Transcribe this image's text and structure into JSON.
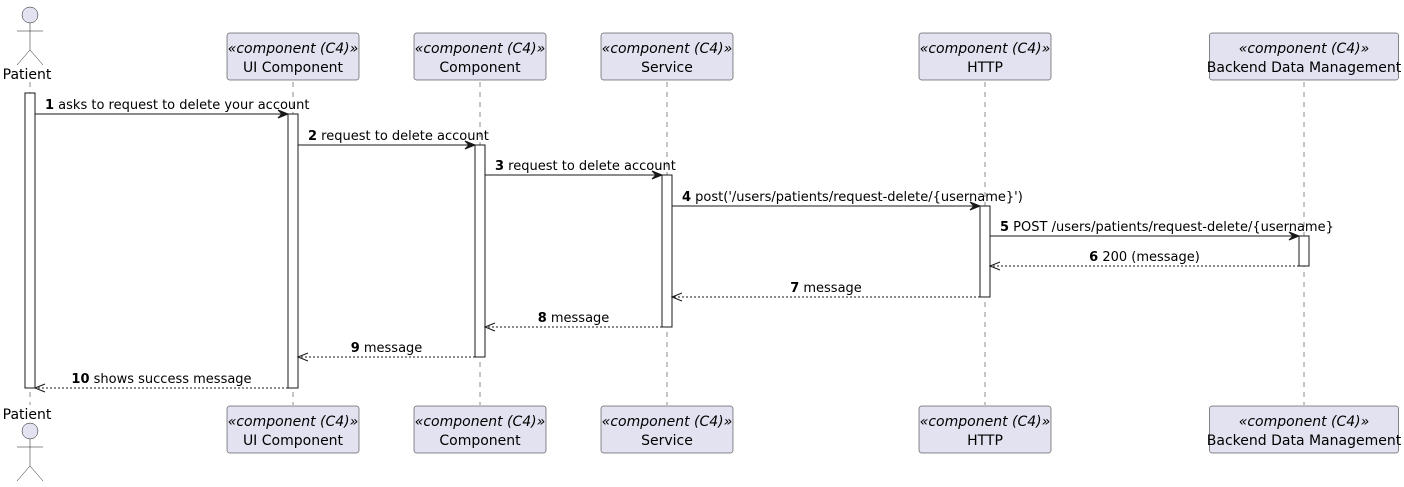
{
  "actor": {
    "name": "Patient"
  },
  "participants": [
    {
      "stereotype": "«component (C4)»",
      "name": "UI Component"
    },
    {
      "stereotype": "«component (C4)»",
      "name": "Component"
    },
    {
      "stereotype": "«component (C4)»",
      "name": "Service"
    },
    {
      "stereotype": "«component (C4)»",
      "name": "HTTP"
    },
    {
      "stereotype": "«component (C4)»",
      "name": "Backend Data Management"
    }
  ],
  "messages": [
    {
      "num": "1",
      "text": "asks to request to delete your account",
      "from": 0,
      "to": 1,
      "style": "solid"
    },
    {
      "num": "2",
      "text": "request to delete account",
      "from": 1,
      "to": 2,
      "style": "solid"
    },
    {
      "num": "3",
      "text": "request to delete account",
      "from": 2,
      "to": 3,
      "style": "solid"
    },
    {
      "num": "4",
      "text": "post('/users/patients/request-delete/{username}')",
      "from": 3,
      "to": 4,
      "style": "solid"
    },
    {
      "num": "5",
      "text": "POST /users/patients/request-delete/{username}",
      "from": 4,
      "to": 5,
      "style": "solid"
    },
    {
      "num": "6",
      "text": "200 (message)",
      "from": 5,
      "to": 4,
      "style": "dashed"
    },
    {
      "num": "7",
      "text": "message",
      "from": 4,
      "to": 3,
      "style": "dashed"
    },
    {
      "num": "8",
      "text": "message",
      "from": 3,
      "to": 2,
      "style": "dashed"
    },
    {
      "num": "9",
      "text": "message",
      "from": 2,
      "to": 1,
      "style": "dashed"
    },
    {
      "num": "10",
      "text": "shows success message",
      "from": 1,
      "to": 0,
      "style": "dashed"
    }
  ],
  "colors": {
    "box_fill": "#E2E2F0",
    "line": "#181818"
  }
}
